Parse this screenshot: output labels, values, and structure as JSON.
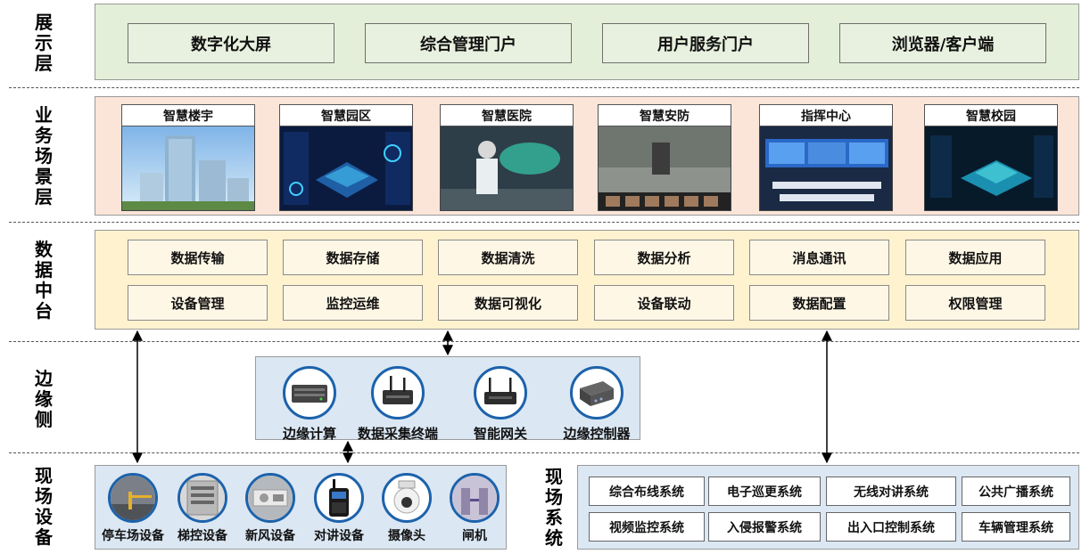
{
  "layers": {
    "display": "展示层",
    "scene": "业务场景层",
    "data": "数据中台",
    "edge": "边缘侧",
    "devices": "现场设备",
    "systems": "现场系统"
  },
  "display_items": [
    "数字化大屏",
    "综合管理门户",
    "用户服务门户",
    "浏览器/客户端"
  ],
  "scene_items": [
    "智慧楼宇",
    "智慧园区",
    "智慧医院",
    "智慧安防",
    "指挥中心",
    "智慧校园"
  ],
  "data_platform": {
    "row1": [
      "数据传输",
      "数据存储",
      "数据清洗",
      "数据分析",
      "消息通讯",
      "数据应用"
    ],
    "row2": [
      "设备管理",
      "监控运维",
      "数据可视化",
      "设备联动",
      "数据配置",
      "权限管理"
    ]
  },
  "edge_items": [
    "边缘计算",
    "数据采集终端",
    "智能网关",
    "边缘控制器"
  ],
  "device_items": [
    "停车场设备",
    "梯控设备",
    "新风设备",
    "对讲设备",
    "摄像头",
    "闸机"
  ],
  "system_items": {
    "row1": [
      "综合布线系统",
      "电子巡更系统",
      "无线对讲系统",
      "公共广播系统"
    ],
    "row2": [
      "视频监控系统",
      "入侵报警系统",
      "出入口控制系统",
      "车辆管理系统"
    ]
  },
  "colors": {
    "display_bg": "#e3efd8",
    "scene_bg": "#fbe5d9",
    "data_bg": "#fff2cf",
    "edge_bg": "#dbe7f3",
    "accent_ring": "#1c62ab"
  }
}
